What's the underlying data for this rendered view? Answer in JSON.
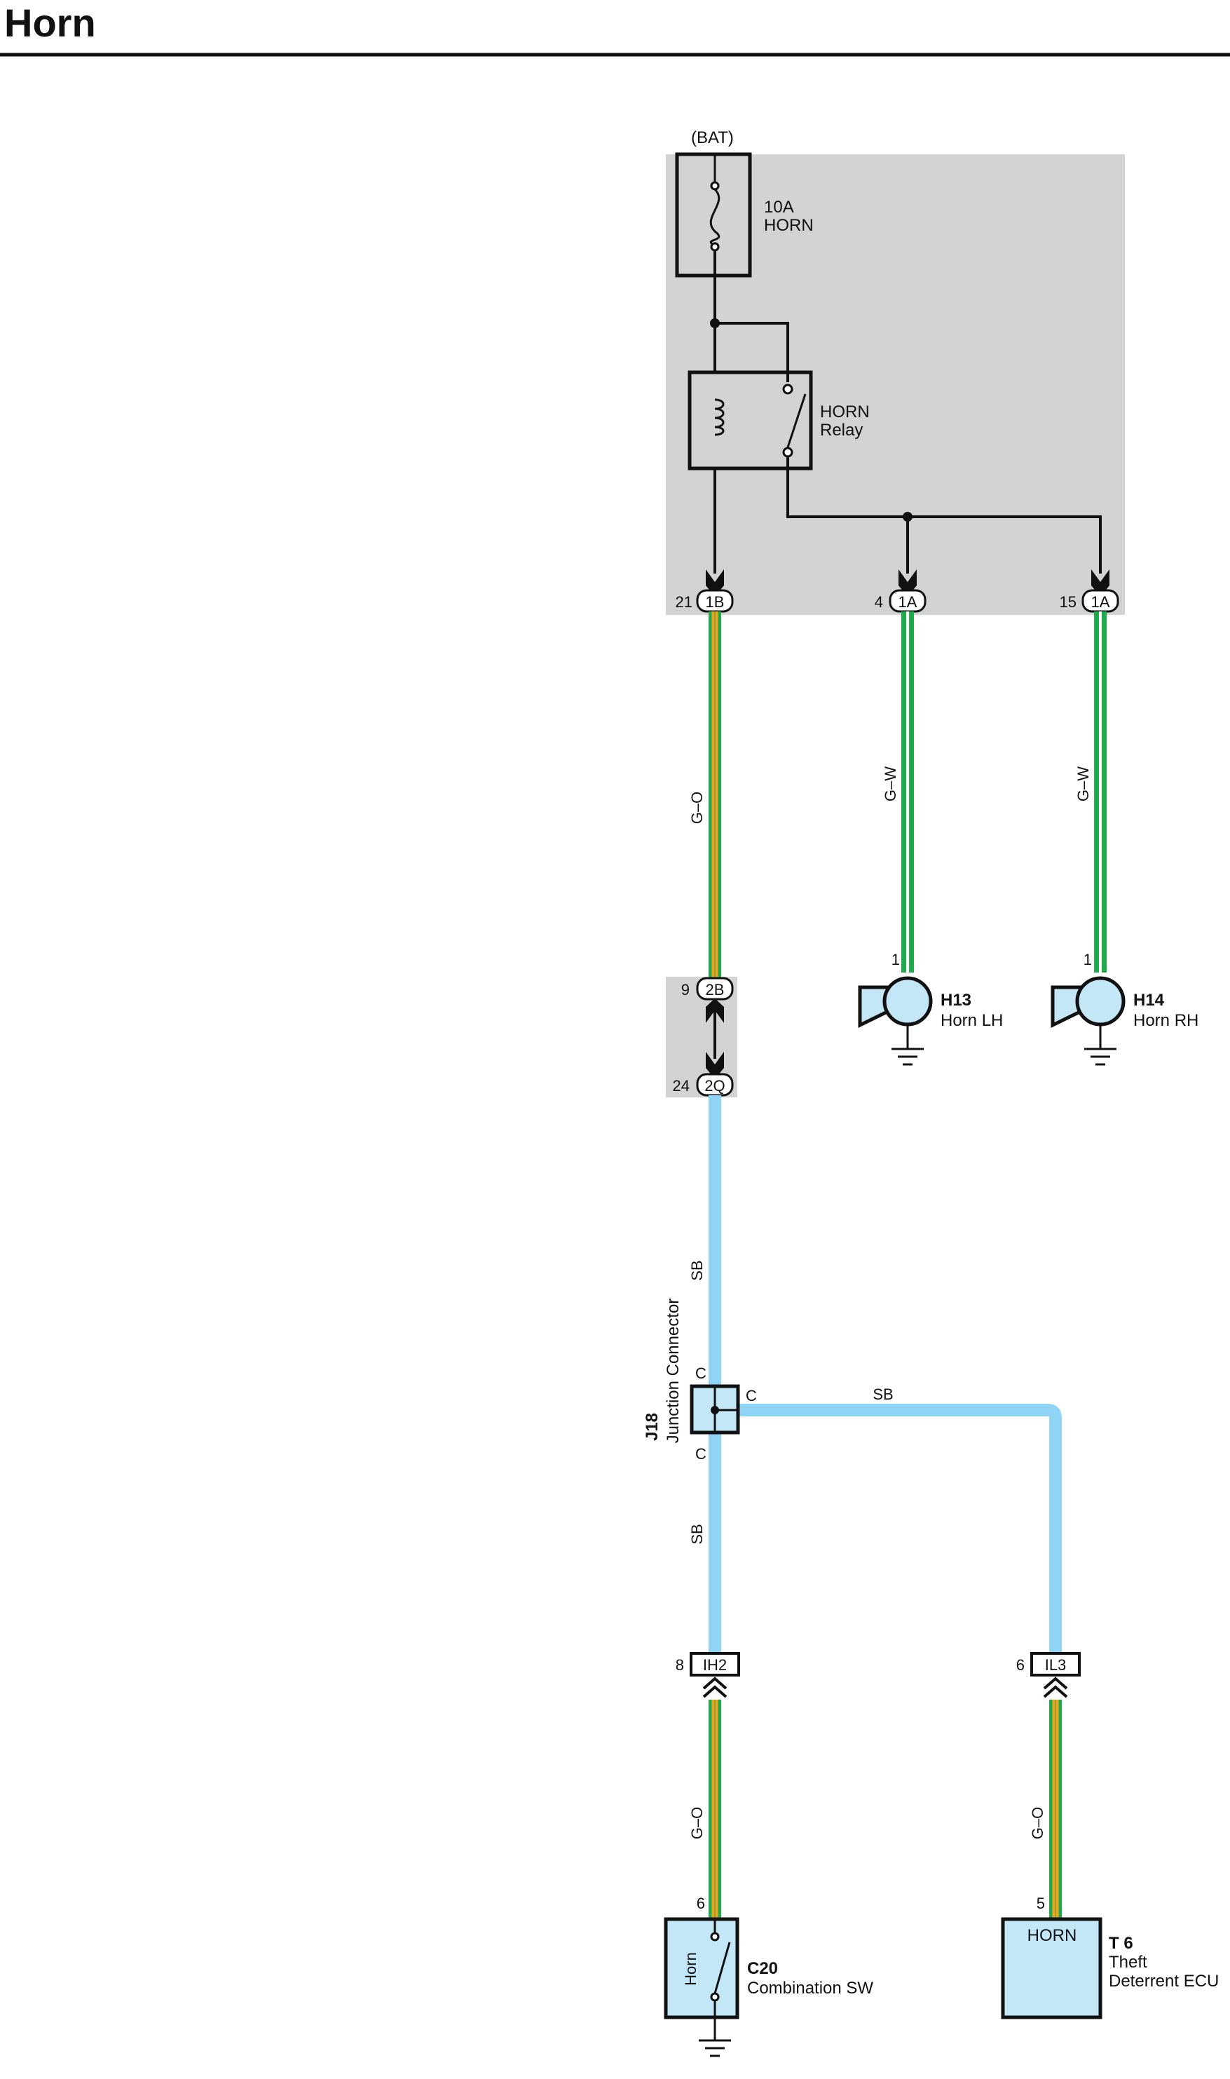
{
  "title": "Horn",
  "colors": {
    "shade": "#d2d3d5",
    "green": "#1faa4b",
    "orange": "#f4a21d",
    "white_tracer": "#ffffff",
    "sky_blue": "#8fd4f4",
    "component_fill": "#c4e7f8",
    "black": "#111111"
  },
  "labels": {
    "bat": "(BAT)",
    "fuse_amp": "10A",
    "fuse_name": "HORN",
    "relay_name": "HORN",
    "relay_sub": "Relay"
  },
  "connectors": {
    "c1": {
      "pin": "21",
      "id": "1B"
    },
    "c2": {
      "pin": "4",
      "id": "1A"
    },
    "c3": {
      "pin": "15",
      "id": "1A"
    },
    "c4": {
      "pin": "9",
      "id": "2B"
    },
    "c5": {
      "pin": "24",
      "id": "2Q"
    },
    "c6": {
      "pin": "8",
      "id": "IH2"
    },
    "c7": {
      "pin": "6",
      "id": "IL3"
    }
  },
  "wires": {
    "w1": "G–O",
    "w2": "G–W",
    "w3": "G–W",
    "w4": "SB",
    "w5": "SB",
    "w6": "SB",
    "w7": "G–O",
    "w8": "G–O"
  },
  "components": {
    "h13": {
      "code": "H13",
      "name": "Horn LH",
      "pin": "1"
    },
    "h14": {
      "code": "H14",
      "name": "Horn RH",
      "pin": "1"
    },
    "j18": {
      "code": "J18",
      "name": "Junction Connector",
      "pin_top": "C",
      "pin_right": "C",
      "pin_bottom": "C"
    },
    "c20": {
      "code": "C20",
      "name": "Combination SW",
      "pin": "6",
      "inner": "Horn"
    },
    "t6": {
      "code": "T 6",
      "name_line1": "Theft",
      "name_line2": "Deterrent ECU",
      "pin": "5",
      "inner": "HORN"
    }
  }
}
